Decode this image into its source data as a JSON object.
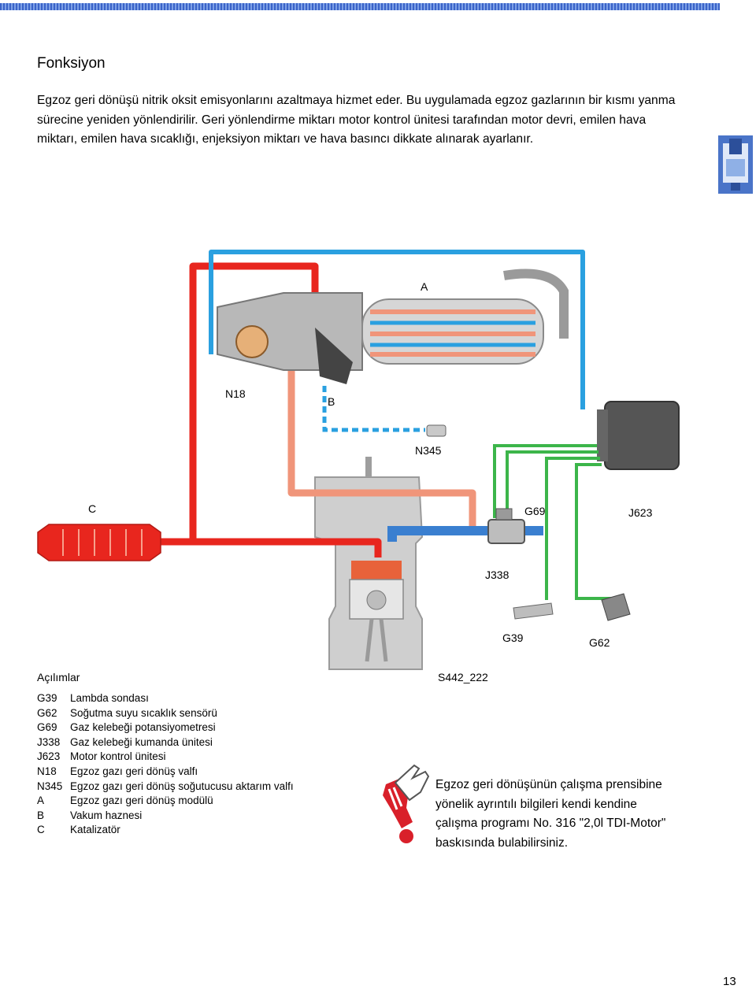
{
  "section": {
    "heading": "Fonksiyon",
    "intro": "Egzoz geri dönüşü nitrik oksit emisyonlarını azaltmaya hizmet eder. Bu uygulamada egzoz gazlarının bir kısmı yanma sürecine yeniden yönlendirilir. Geri yönlendirme miktarı motor kontrol ünitesi tarafından motor devri, emilen hava miktarı, emilen hava sıcaklığı, enjeksiyon miktarı ve hava basıncı dikkate alınarak ayarlanır."
  },
  "diagram": {
    "labels": {
      "A": "A",
      "N18": "N18",
      "B": "B",
      "N345": "N345",
      "C": "C",
      "G69": "G69",
      "J623": "J623",
      "J338": "J338",
      "G39": "G39",
      "G62": "G62"
    },
    "colors": {
      "exhaust_hot": "#e8261e",
      "exhaust_cooled": "#f0957a",
      "coolant": "#2aa0e0",
      "intake": "#3a7fd0",
      "wiring": "#3cb54a",
      "housing": "#c9c9c9"
    }
  },
  "legend": {
    "title": "Açılımlar",
    "figure_code": "S442_222",
    "items": [
      {
        "code": "G39",
        "text": "Lambda sondası"
      },
      {
        "code": "G62",
        "text": "Soğutma suyu sıcaklık sensörü"
      },
      {
        "code": "G69",
        "text": "Gaz kelebeği potansiyometresi"
      },
      {
        "code": "J338",
        "text": "Gaz kelebeği kumanda ünitesi"
      },
      {
        "code": "J623",
        "text": "Motor kontrol ünitesi"
      },
      {
        "code": "N18",
        "text": "Egzoz gazı geri dönüş valfı"
      },
      {
        "code": "N345",
        "text": "Egzoz gazı geri dönüş soğutucusu aktarım valfı"
      },
      {
        "code": "A",
        "text": "Egzoz gazı geri dönüş modülü"
      },
      {
        "code": "B",
        "text": "Vakum haznesi"
      },
      {
        "code": "C",
        "text": "Katalizatör"
      }
    ]
  },
  "note": {
    "icon": "pointing-hand-icon",
    "text": "Egzoz geri dönüşünün çalışma prensibine yönelik ayrıntılı bilgileri kendi kendine çalışma programı No. 316 \"2,0l TDI-Motor\" baskısında bulabilirsiniz."
  },
  "footer": {
    "page_number": "13"
  }
}
